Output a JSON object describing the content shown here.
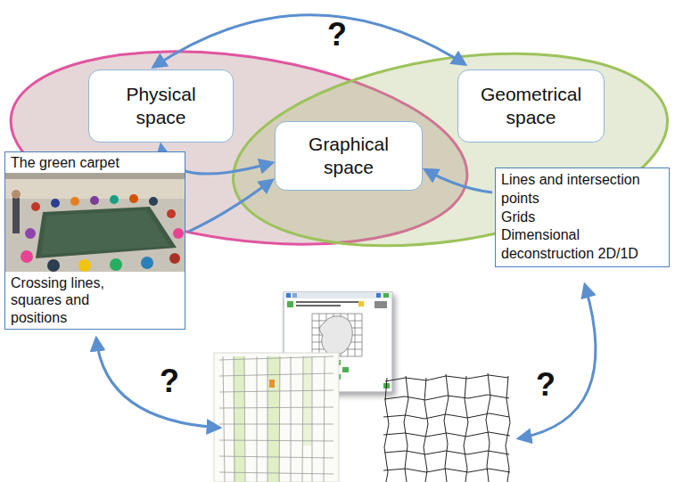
{
  "diagram": {
    "nodes": [
      {
        "text": [
          "Physical space"
        ]
      },
      {
        "text": [
          "Geometrical space"
        ]
      },
      {
        "text": [
          "Graphical space"
        ]
      },
      {
        "text": [
          "The green carpet",
          "Crossing lines, squares and positions"
        ]
      },
      {
        "text": [
          "Lines and intersection points",
          "Grids",
          "Dimensional deconstruction 2D/1D"
        ]
      }
    ],
    "edges": [
      {
        "from": 0,
        "to": 1,
        "arrow": "both",
        "label": "?"
      },
      {
        "from": 0,
        "to": 2,
        "arrow": "both"
      },
      {
        "from": 3,
        "to": 2,
        "arrow": "to"
      },
      {
        "from": 4,
        "to": 2,
        "arrow": "to"
      }
    ],
    "labels": [
      "?",
      "?"
    ]
  }
}
